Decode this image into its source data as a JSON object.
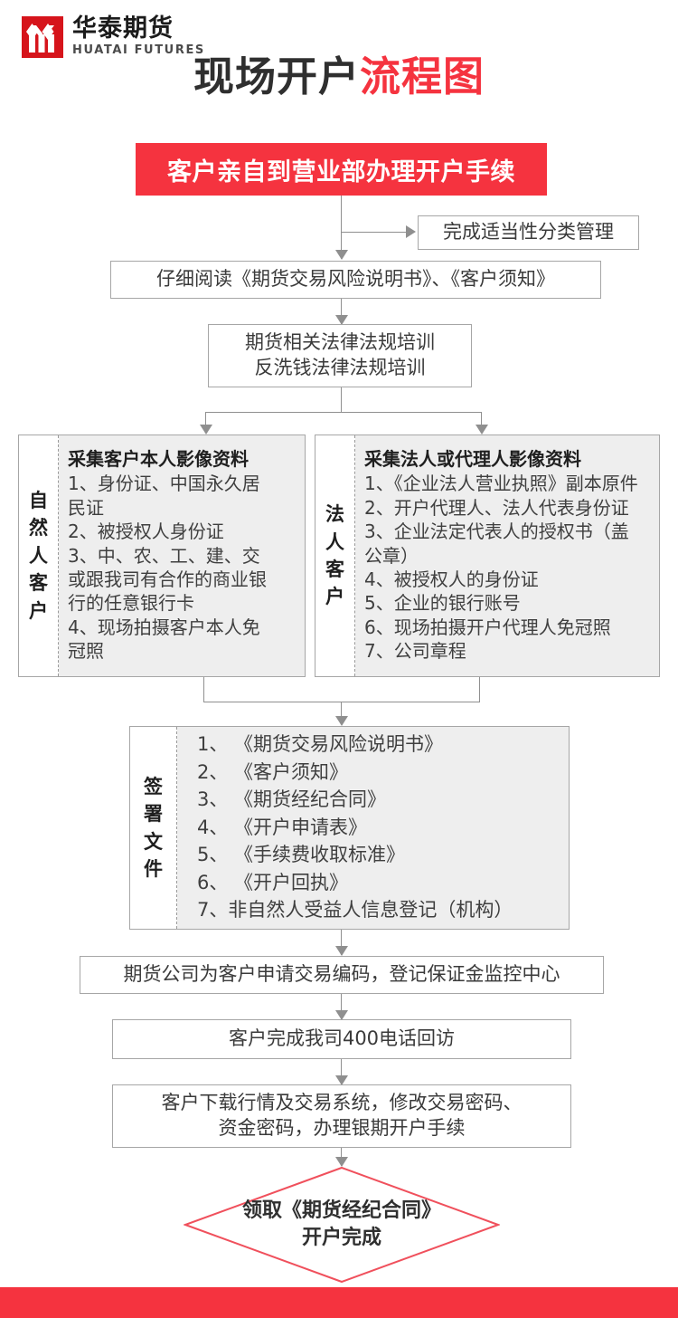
{
  "header": {
    "logo_cn": "华泰期货",
    "logo_en": "HUATAI FUTURES",
    "title_dark": "现场开户",
    "title_accent": "流程图"
  },
  "colors": {
    "accent_red": "#f5333f",
    "box_border": "#a6a6a6",
    "panel_body_bg": "#eeeeee",
    "connector": "#8f8f8f",
    "text_dark": "#3a3a3a"
  },
  "flow": {
    "start": "客户亲自到营业部办理开户手续",
    "side_branch": "完成适当性分类管理",
    "read_docs": "仔细阅读《期货交易风险说明书》、《客户须知》",
    "training_line1": "期货相关法律法规培训",
    "training_line2": "反洗钱法律法规培训",
    "apply_code": "期货公司为客户申请交易编码，登记保证金监控中心",
    "phone_callback": "客户完成我司400电话回访",
    "download_line1": "客户下载行情及交易系统，修改交易密码、",
    "download_line2": "资金密码，办理银期开户手续",
    "finish_line1": "领取《期货经纪合同》",
    "finish_line2": "开户完成"
  },
  "natural_person": {
    "label_chars": [
      "自",
      "然",
      "人",
      "客",
      "户"
    ],
    "heading": "采集客户本人影像资料",
    "items": [
      "1、身份证、中国永久居",
      "民证",
      "2、被授权人身份证",
      "3、中、农、工、建、交",
      "或跟我司有合作的商业银",
      "行的任意银行卡",
      "4、现场拍摄客户本人免",
      "冠照"
    ]
  },
  "legal_person": {
    "label_chars": [
      "法",
      "人",
      "客",
      "户"
    ],
    "heading": "采集法人或代理人影像资料",
    "items": [
      "1、《企业法人营业执照》副本原件",
      "2、开户代理人、法人代表身份证",
      "3、企业法定代表人的授权书（盖",
      "公章）",
      "4、被授权人的身份证",
      "5、企业的银行账号",
      "6、现场拍摄开户代理人免冠照",
      "7、公司章程"
    ]
  },
  "sign_documents": {
    "label_chars": [
      "签",
      "署",
      "文",
      "件"
    ],
    "items": [
      "1、 《期货交易风险说明书》",
      "2、 《客户须知》",
      "3、 《期货经纪合同》",
      "4、 《开户申请表》",
      "5、 《手续费收取标准》",
      "6、 《开户回执》",
      "7、非自然人受益人信息登记（机构）"
    ]
  }
}
